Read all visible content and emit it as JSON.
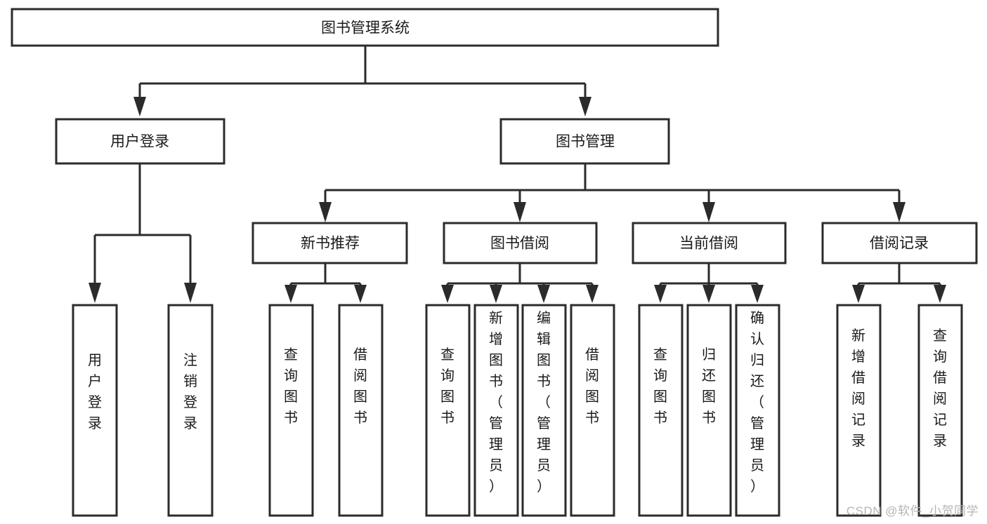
{
  "diagram": {
    "title": "图书管理系统",
    "type": "tree-hierarchy",
    "root": {
      "label": "图书管理系统"
    },
    "level2": [
      {
        "label": "用户登录"
      },
      {
        "label": "图书管理"
      }
    ],
    "level3": [
      {
        "label": "新书推荐"
      },
      {
        "label": "图书借阅"
      },
      {
        "label": "当前借阅"
      },
      {
        "label": "借阅记录"
      }
    ],
    "leaves": {
      "user_login": [
        {
          "label": "用户登录"
        },
        {
          "label": "注销登录"
        }
      ],
      "new_book_recommend": [
        {
          "label": "查询图书"
        },
        {
          "label": "借阅图书"
        }
      ],
      "book_borrow": [
        {
          "label": "查询图书"
        },
        {
          "label": "新增图书（管理员）"
        },
        {
          "label": "编辑图书（管理员）"
        },
        {
          "label": "借阅图书"
        }
      ],
      "current_borrow": [
        {
          "label": "查询图书"
        },
        {
          "label": "归还图书"
        },
        {
          "label": "确认归还（管理员）"
        }
      ],
      "borrow_record": [
        {
          "label": "新增借阅记录"
        },
        {
          "label": "查询借阅记录"
        }
      ]
    }
  },
  "watermark": {
    "text": "CSDN @软件_小贺同学"
  },
  "colors": {
    "stroke": "#2b2b2b",
    "fill": "#ffffff",
    "text": "#1a1a1a",
    "watermark": "#b5b5b5"
  }
}
